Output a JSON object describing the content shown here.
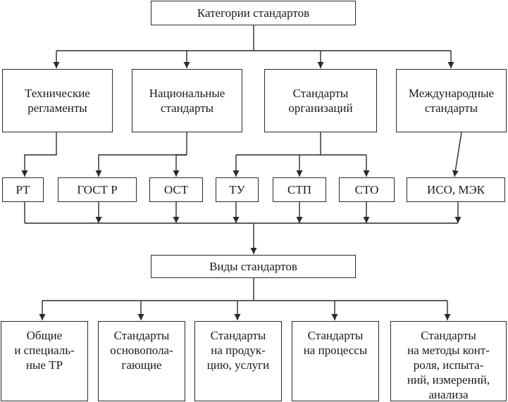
{
  "diagram": {
    "categories_title": "Категории стандартов",
    "categories": [
      {
        "id": "tech",
        "label": "Технические\nрегламенты"
      },
      {
        "id": "national",
        "label": "Национальные\nстандарты"
      },
      {
        "id": "org",
        "label": "Стандарты\nорганизаций"
      },
      {
        "id": "intl",
        "label": "Международные\nстандарты"
      }
    ],
    "abbreviations": [
      {
        "id": "rt",
        "label": "РТ"
      },
      {
        "id": "gostr",
        "label": "ГОСТ Р"
      },
      {
        "id": "ost",
        "label": "ОСТ"
      },
      {
        "id": "tu",
        "label": "ТУ"
      },
      {
        "id": "stp",
        "label": "СТП"
      },
      {
        "id": "sto",
        "label": "СТО"
      },
      {
        "id": "iso",
        "label": "ИСО, МЭК"
      }
    ],
    "types_title": "Виды стандартов",
    "types": [
      {
        "id": "general",
        "label": "Общие\nи специаль-\nные ТР"
      },
      {
        "id": "fundamental",
        "label": "Стандарты\nосновопола-\nгающие"
      },
      {
        "id": "products",
        "label": "Стандарты\nна продук-\nцию, услуги"
      },
      {
        "id": "processes",
        "label": "Стандарты\nна процессы"
      },
      {
        "id": "methods",
        "label": "Стандарты\nна методы конт-\nроля, испыта-\nний, измерений,\nанализа"
      }
    ]
  }
}
